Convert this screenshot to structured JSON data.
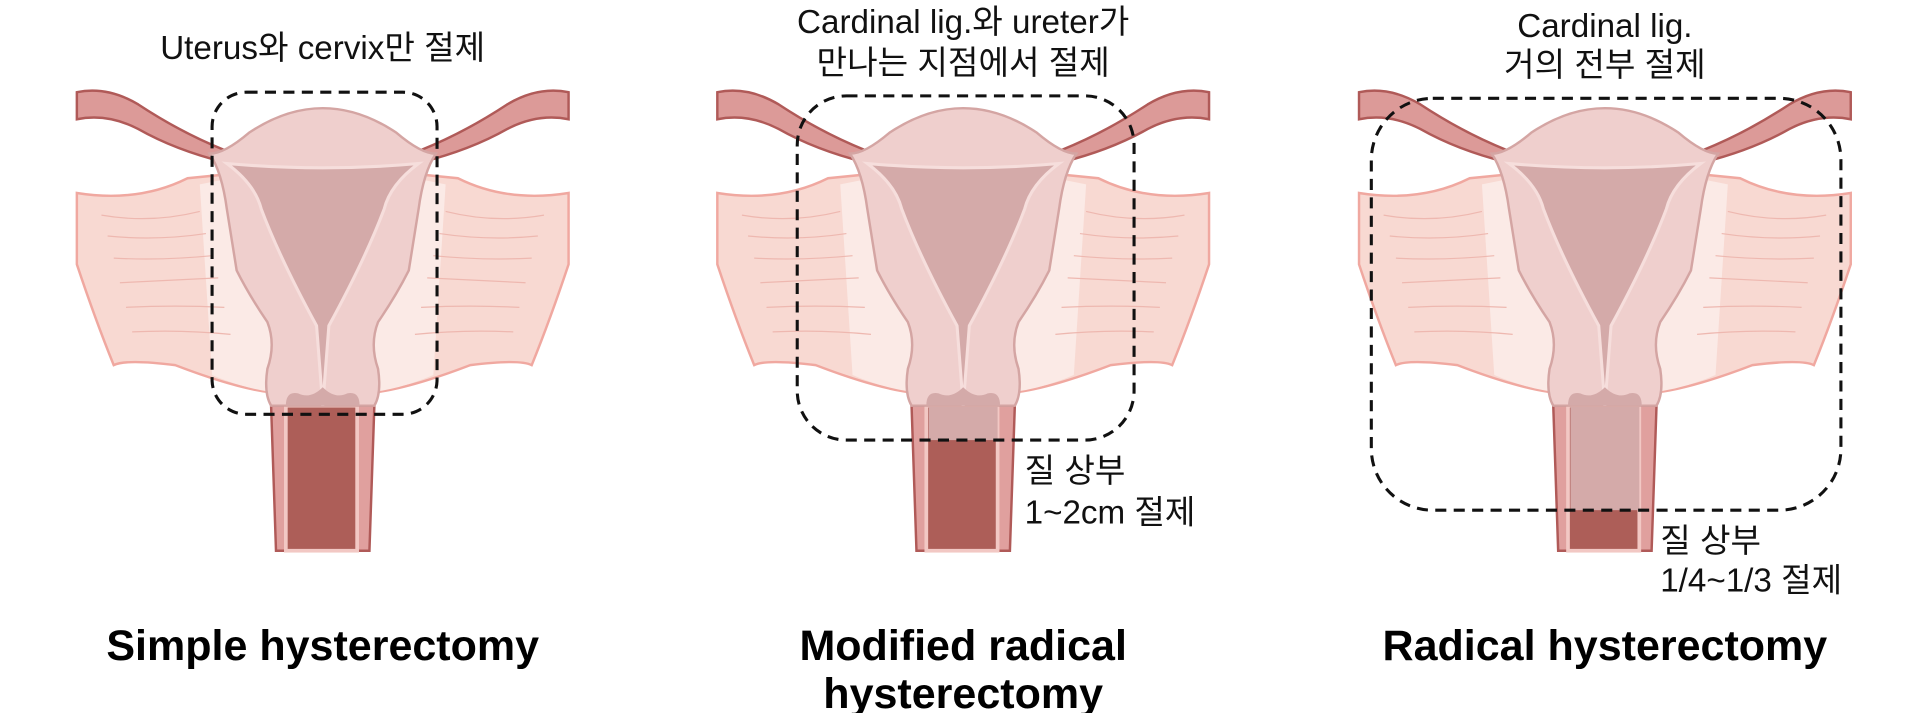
{
  "panels": [
    {
      "caption_lines": [
        "Uterus와 cervix만 절제"
      ],
      "annotation_lines": [],
      "title_lines": [
        "Simple hysterectomy"
      ]
    },
    {
      "caption_lines": [
        "Cardinal lig.와 ureter가",
        "만나는 지점에서 절제"
      ],
      "annotation_lines": [
        "질 상부",
        "1~2cm 절제"
      ],
      "title_lines": [
        "Modified radical",
        "hysterectomy"
      ]
    },
    {
      "caption_lines": [
        "Cardinal lig.",
        "거의 전부 절제"
      ],
      "annotation_lines": [
        "질 상부",
        "1/4~1/3 절제"
      ],
      "title_lines": [
        "Radical hysterectomy"
      ]
    }
  ],
  "colors": {
    "tube": "#dc9a98",
    "tube_stroke": "#b05a58",
    "ligament": "#f8d9d2",
    "uterus": "#efcfcd",
    "cavity": "#d4aaa9",
    "vagina_lumen": "#ad5e58"
  }
}
